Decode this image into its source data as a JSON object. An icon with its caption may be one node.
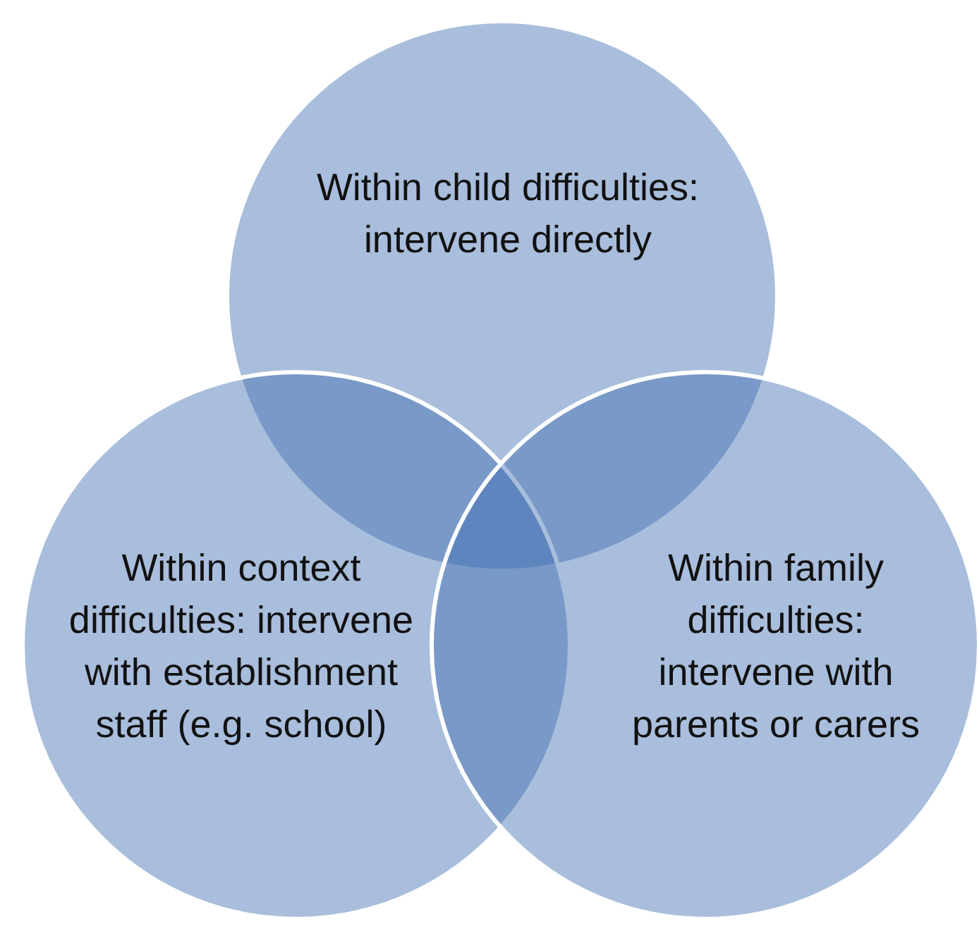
{
  "diagram": {
    "nodes": [
      {
        "text": [
          "Within child difficulties: intervene directly"
        ]
      },
      {
        "text": [
          "Within context difficulties: intervene with establishment staff (e.g. school)"
        ]
      },
      {
        "text": [
          "Within family difficulties: intervene with parents or carers"
        ]
      }
    ]
  }
}
